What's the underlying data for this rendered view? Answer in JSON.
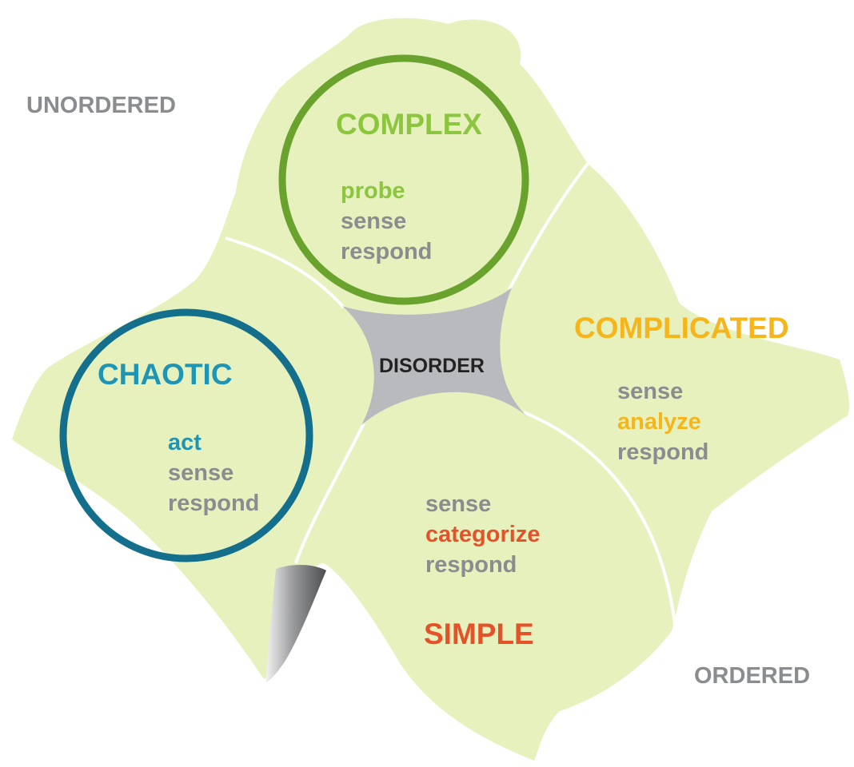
{
  "corners": {
    "unordered": "UNORDERED",
    "ordered": "ORDERED"
  },
  "center": {
    "label": "DISORDER"
  },
  "colors": {
    "region_fill": "#e6f1be",
    "region_divider": "#ffffff",
    "neutral_text": "#8a8c8f",
    "center_fill": "#b9babd",
    "complex": "#8cc63f",
    "complex_circle": "#6aa22e",
    "complicated": "#f5b51b",
    "chaotic": "#1f95b6",
    "chaotic_circle": "#136f8c",
    "simple": "#e5522a"
  },
  "domains": {
    "complex": {
      "title": "COMPLEX",
      "steps": [
        "probe",
        "sense",
        "respond"
      ],
      "highlighted": true
    },
    "complicated": {
      "title": "COMPLICATED",
      "steps": [
        "sense",
        "analyze",
        "respond"
      ],
      "highlighted": false
    },
    "chaotic": {
      "title": "CHAOTIC",
      "steps": [
        "act",
        "sense",
        "respond"
      ],
      "highlighted": true
    },
    "simple": {
      "title": "SIMPLE",
      "steps": [
        "sense",
        "categorize",
        "respond"
      ],
      "highlighted": false
    }
  }
}
